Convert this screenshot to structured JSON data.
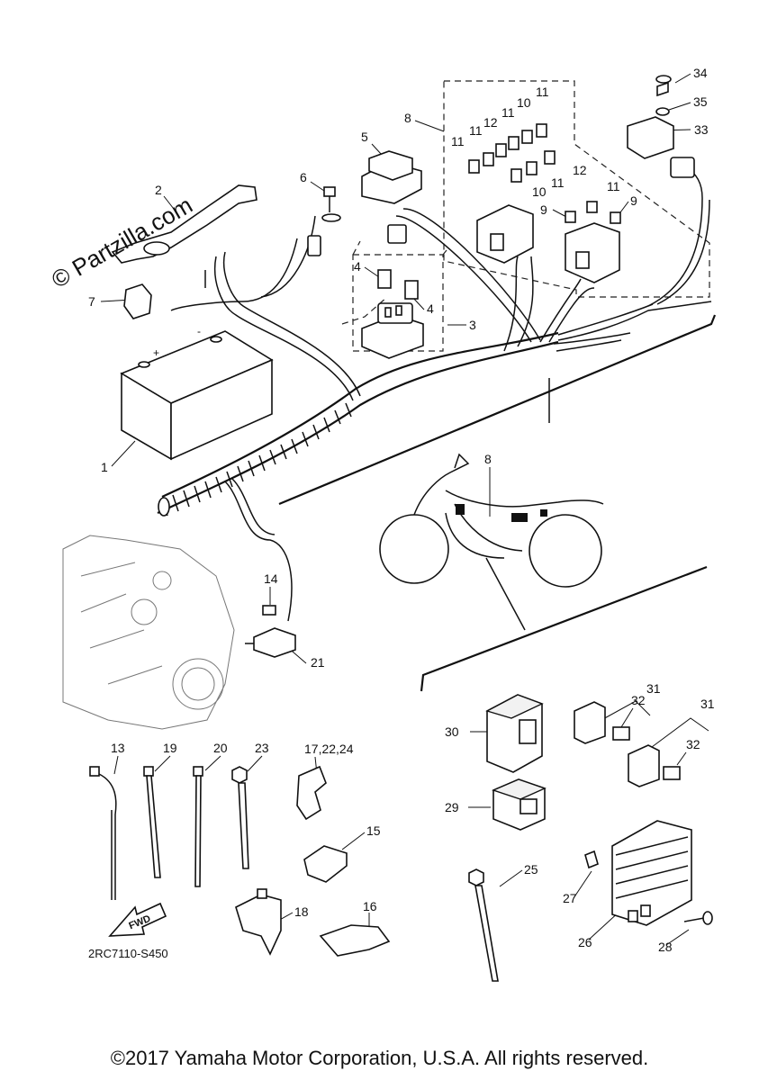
{
  "watermark": "© Partzilla.com",
  "drawing_code": "2RC7110-S450",
  "copyright": "©2017 Yamaha Motor Corporation, U.S.A. All rights reserved.",
  "fwd_label": "FWD",
  "callouts": {
    "c1": "1",
    "c2": "2",
    "c3": "3",
    "c4a": "4",
    "c4b": "4",
    "c5": "5",
    "c6": "6",
    "c7": "7",
    "c8a": "8",
    "c8b": "8",
    "c9a": "9",
    "c9b": "9",
    "c10a": "10",
    "c10b": "10",
    "c11a": "11",
    "c11b": "11",
    "c11c": "11",
    "c11d": "11",
    "c11e": "11",
    "c11f": "11",
    "c12a": "12",
    "c12b": "12",
    "c13": "13",
    "c14": "14",
    "c15": "15",
    "c16": "16",
    "c17": "17,22,24",
    "c18": "18",
    "c19": "19",
    "c20": "20",
    "c21": "21",
    "c23": "23",
    "c25": "25",
    "c26": "26",
    "c27": "27",
    "c28": "28",
    "c29": "29",
    "c30": "30",
    "c31a": "31",
    "c31b": "31",
    "c32a": "32",
    "c32b": "32",
    "c33": "33",
    "c34": "34",
    "c35": "35"
  }
}
